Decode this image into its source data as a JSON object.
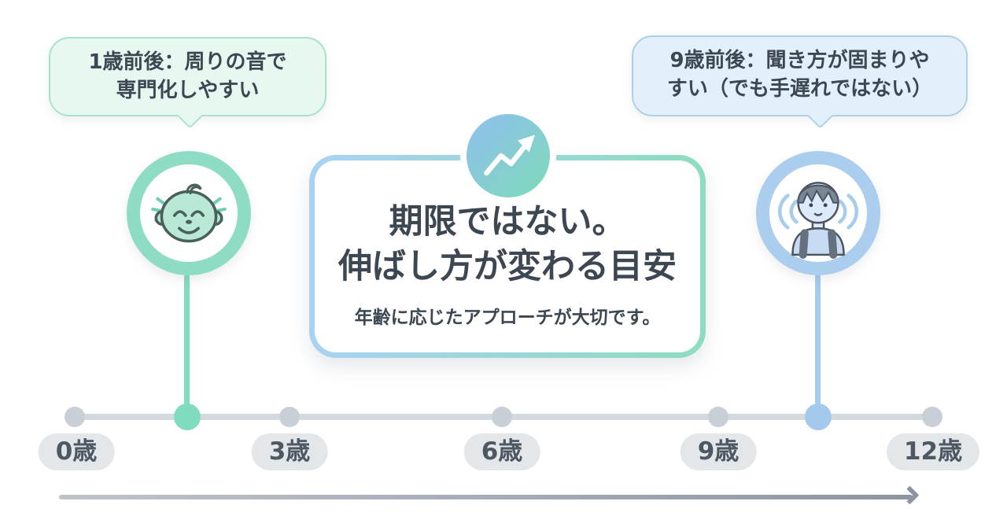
{
  "callout_left": {
    "line1": "1歳前後：周りの音で",
    "line2": "専門化しやすい"
  },
  "callout_right": {
    "line1": "9歳前後：聞き方が固まりや",
    "line2": "すい（でも手遅れではない）"
  },
  "center_card": {
    "title_line1": "期限ではない。",
    "title_line2": "伸ばし方が変わる目安",
    "subtitle": "年齢に応じたアプローチが大切です。"
  },
  "icons": {
    "trend_icon": "trending-up-arrow-icon",
    "left_marker_icon": "baby-face-icon",
    "right_marker_icon": "schoolboy-listening-icon"
  },
  "timeline": {
    "axis_labels": [
      "0歳",
      "3歳",
      "6歳",
      "9歳",
      "12歳"
    ]
  },
  "colors": {
    "mint_accent": "#7fdcc0",
    "mint_ring": "#8fdcc4",
    "mint_bubble_bg": "#e7f8f0",
    "mint_bubble_border": "#a8e2cc",
    "blue_accent": "#a3c9ec",
    "blue_ring": "#abcdee",
    "blue_bubble_bg": "#e3effa",
    "blue_bubble_border": "#abd0ea",
    "card_border_left": "#a9d2f2",
    "card_border_right": "#8ddcc0",
    "text_dark": "#3d4752",
    "timeline_gray": "#d4d9de",
    "dot_gray": "#c9cfd6",
    "pill_bg": "#e4e7ea",
    "arrow_gray": "#8c95a1"
  }
}
